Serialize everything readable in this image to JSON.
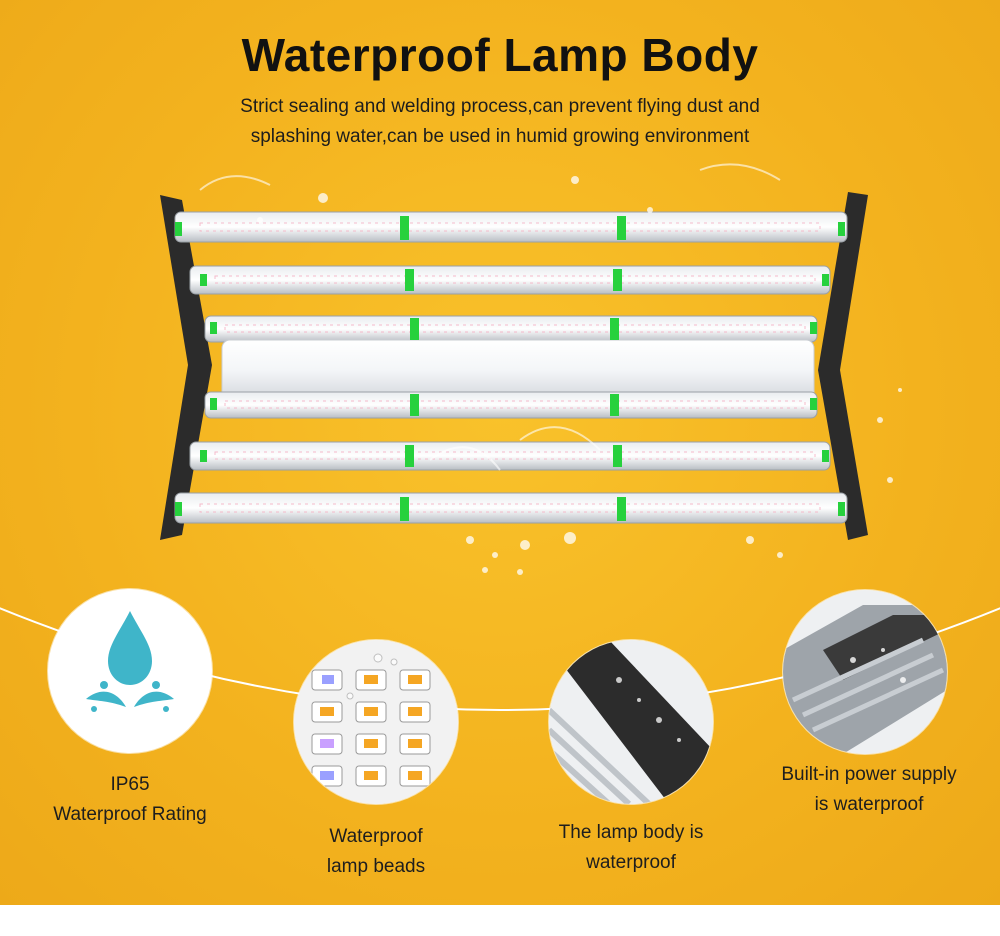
{
  "header": {
    "title": "Waterproof Lamp Body",
    "subtitle_line1": "Strict sealing and welding process,can prevent flying dust and",
    "subtitle_line2": "splashing water,can be used in humid growing environment"
  },
  "features": [
    {
      "line1": "IP65",
      "line2": "Waterproof Rating",
      "icon": "water-drop-icon"
    },
    {
      "line1": "Waterproof",
      "line2": "lamp beads",
      "icon": "lamp-beads-icon"
    },
    {
      "line1": "The lamp body is",
      "line2": "waterproof",
      "icon": "lamp-body-closeup-icon"
    },
    {
      "line1": "Built-in power supply",
      "line2": "is waterproof",
      "icon": "power-supply-icon"
    }
  ],
  "colors": {
    "background": "#f3b21e",
    "accent_green": "#27d13d",
    "drop_blue": "#3fb5c9",
    "frame": "#2b2b2b"
  }
}
